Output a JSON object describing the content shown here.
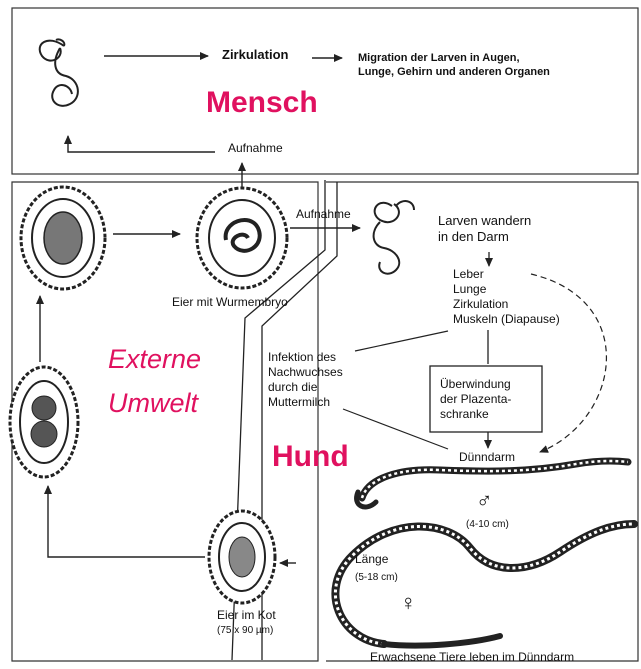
{
  "colors": {
    "accent": "#e0115f",
    "line": "#222222",
    "background": "#ffffff"
  },
  "human": {
    "title": "Mensch",
    "circulation": "Zirkulation",
    "migration": [
      "Migration der Larven in Augen,",
      "Lunge, Gehirn und anderen Organen"
    ],
    "ingestion": "Aufnahme"
  },
  "dog": {
    "title": "Hund",
    "ingestion": "Aufnahme",
    "larvae_migrate": [
      "Larven wandern",
      "in den Darm"
    ],
    "organs": [
      "Leber",
      "Lunge",
      "Zirkulation",
      "Muskeln (Diapause)"
    ],
    "offspring_infection": [
      "Infektion des",
      "Nachwuchses",
      "durch die",
      "Muttermilch"
    ],
    "placenta": [
      "Überwindung",
      "der Plazenta-",
      "schranke"
    ],
    "small_intestine": "Dünndarm",
    "male_symbol": "♂",
    "male_size": "(4-10 cm)",
    "length_label": "Länge",
    "female_size": "(5-18 cm)",
    "female_symbol": "♀",
    "adults_caption": "Erwachsene Tiere leben im Dünndarm"
  },
  "environment": {
    "title": [
      "Externe",
      "Umwelt"
    ],
    "eggs_embryo": "Eier mit Wurmembryo",
    "eggs_feces": "Eier im Kot",
    "egg_size": "(75 x 90 µm)"
  }
}
